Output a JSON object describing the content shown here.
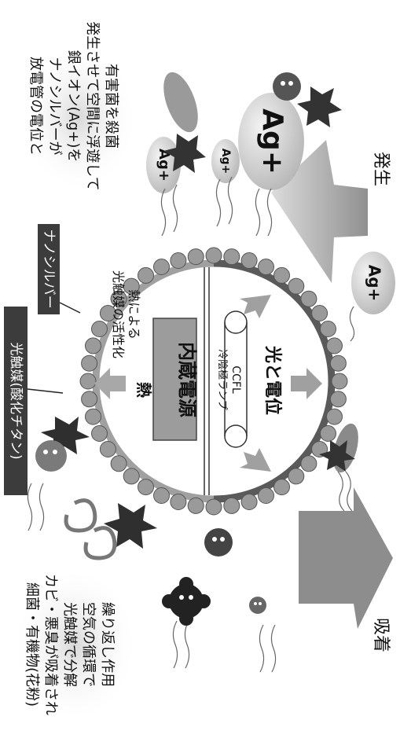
{
  "labels": {
    "top_text": [
      "放電管の電位と",
      "ナノシルバーが",
      "銀イオン(Ag+)を",
      "発生させて空間に浮遊して",
      "有害菌を殺菌"
    ],
    "bottom_text": [
      "細菌・有機物(花粉)",
      "カビ・悪臭が吸着され",
      "光触媒で分解",
      "空気の循環で",
      "繰り返し作用"
    ],
    "photocatalyst": "光触媒(酸化チタン)",
    "nanosilver": "ナノシルバー",
    "heat_activation": [
      "熱による",
      "光触媒の活性化"
    ],
    "heat": "熱",
    "internal_power": "内蔵電源",
    "ccfl": "CCFL",
    "ccfl_sub": "冷陰極ランプ",
    "light_potential": "光と電位",
    "generate": "発生",
    "adsorb": "吸着",
    "ag_plus": "Ag+"
  },
  "colors": {
    "dark": "#4a4a4a",
    "mid": "#8c8c8c",
    "light": "#cfcfcf",
    "bead": "#9a9a9a",
    "arrow": "#a8a8a8"
  }
}
